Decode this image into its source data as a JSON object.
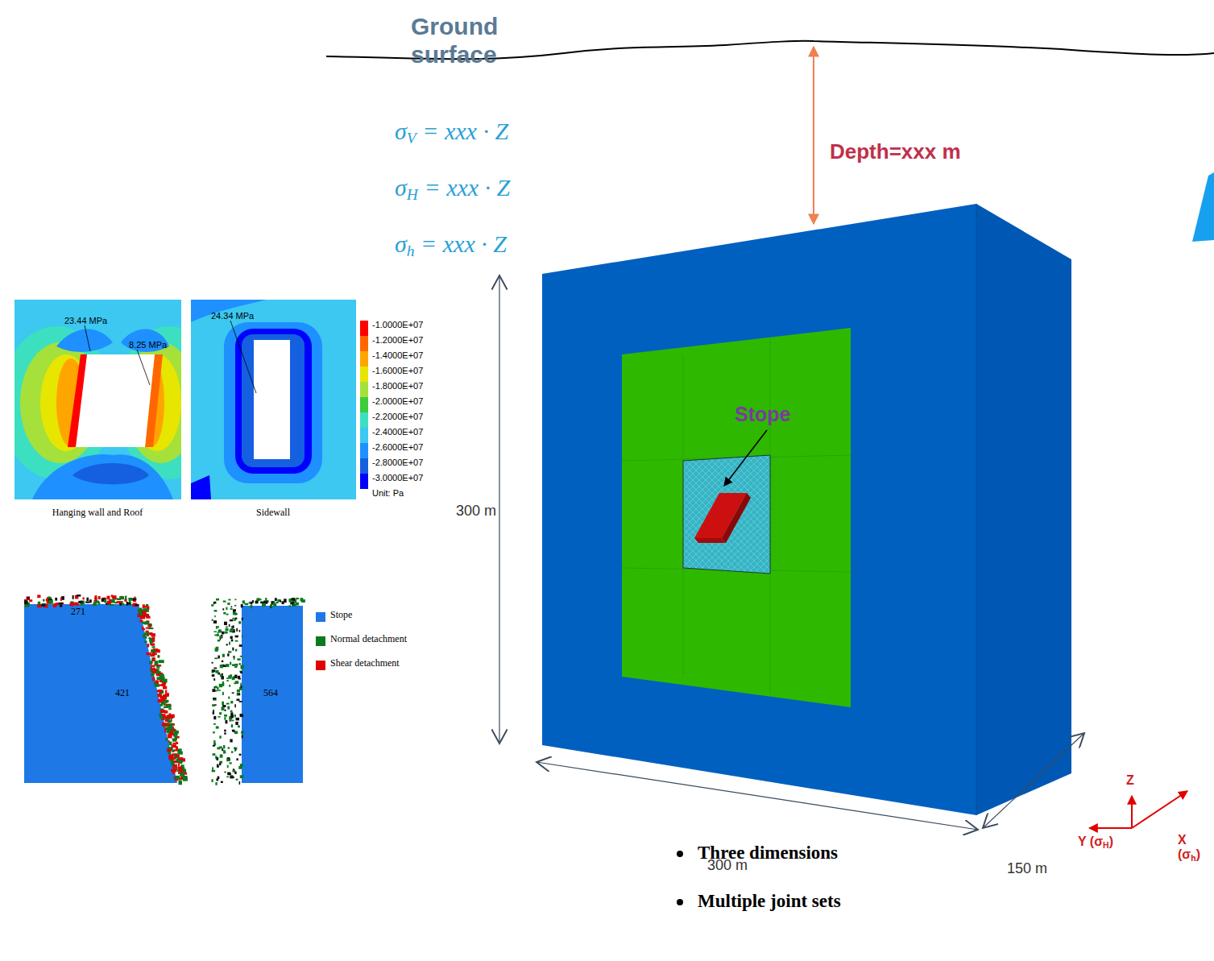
{
  "diagram": {
    "labels": [
      "Ground surface",
      "Depth=xxx m",
      "σV = xxx · Z",
      "σH = xxx · Z",
      "σh = xxx · Z",
      "23.44 MPa",
      "8.25 MPa",
      "24.34 MPa",
      "Unit: Pa",
      "Hanging wall and Roof",
      "Sidewall",
      "271",
      "421",
      "564",
      "300 m",
      "Stope",
      "300 m",
      "150 m",
      "Z",
      "Y (σH)",
      "X (σh)",
      "Three dimensions",
      "Multiple joint sets"
    ],
    "legend": [
      {
        "text": "-1.0000E+07",
        "color": "#ff0000"
      },
      {
        "text": "-1.2000E+07",
        "color": "#ff6600"
      },
      {
        "text": "-1.4000E+07",
        "color": "#ffa500"
      },
      {
        "text": "-1.6000E+07",
        "color": "#e6e600"
      },
      {
        "text": "-1.8000E+07",
        "color": "#a6e03a"
      },
      {
        "text": "-2.0000E+07",
        "color": "#3ccc3c"
      },
      {
        "text": "-2.2000E+07",
        "color": "#3ce0c0"
      },
      {
        "text": "-2.4000E+07",
        "color": "#3cc8f0"
      },
      {
        "text": "-2.6000E+07",
        "color": "#1e90ff"
      },
      {
        "text": "-2.8000E+07",
        "color": "#1460e0"
      },
      {
        "text": "-3.0000E+07",
        "color": "#0000ff"
      },
      {
        "text": "Stope",
        "color": "#1e78e6"
      },
      {
        "text": "Normal detachment",
        "color": "#0a7a1e"
      },
      {
        "text": "Shear detachment",
        "color": "#e00000"
      }
    ]
  }
}
